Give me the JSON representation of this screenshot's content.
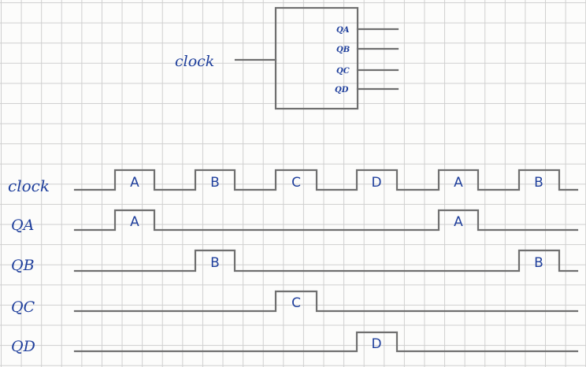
{
  "block": {
    "input_label": "clock",
    "outputs": [
      "QA",
      "QB",
      "QC",
      "QD"
    ]
  },
  "timing": {
    "rows": [
      {
        "label": "clock",
        "pulses": [
          "A",
          "B",
          "C",
          "D",
          "A",
          "B"
        ]
      },
      {
        "label": "QA",
        "pulses": [
          "A",
          "A"
        ]
      },
      {
        "label": "QB",
        "pulses": [
          "B",
          "B"
        ]
      },
      {
        "label": "QC",
        "pulses": [
          "C"
        ]
      },
      {
        "label": "QD",
        "pulses": [
          "D"
        ]
      }
    ]
  }
}
